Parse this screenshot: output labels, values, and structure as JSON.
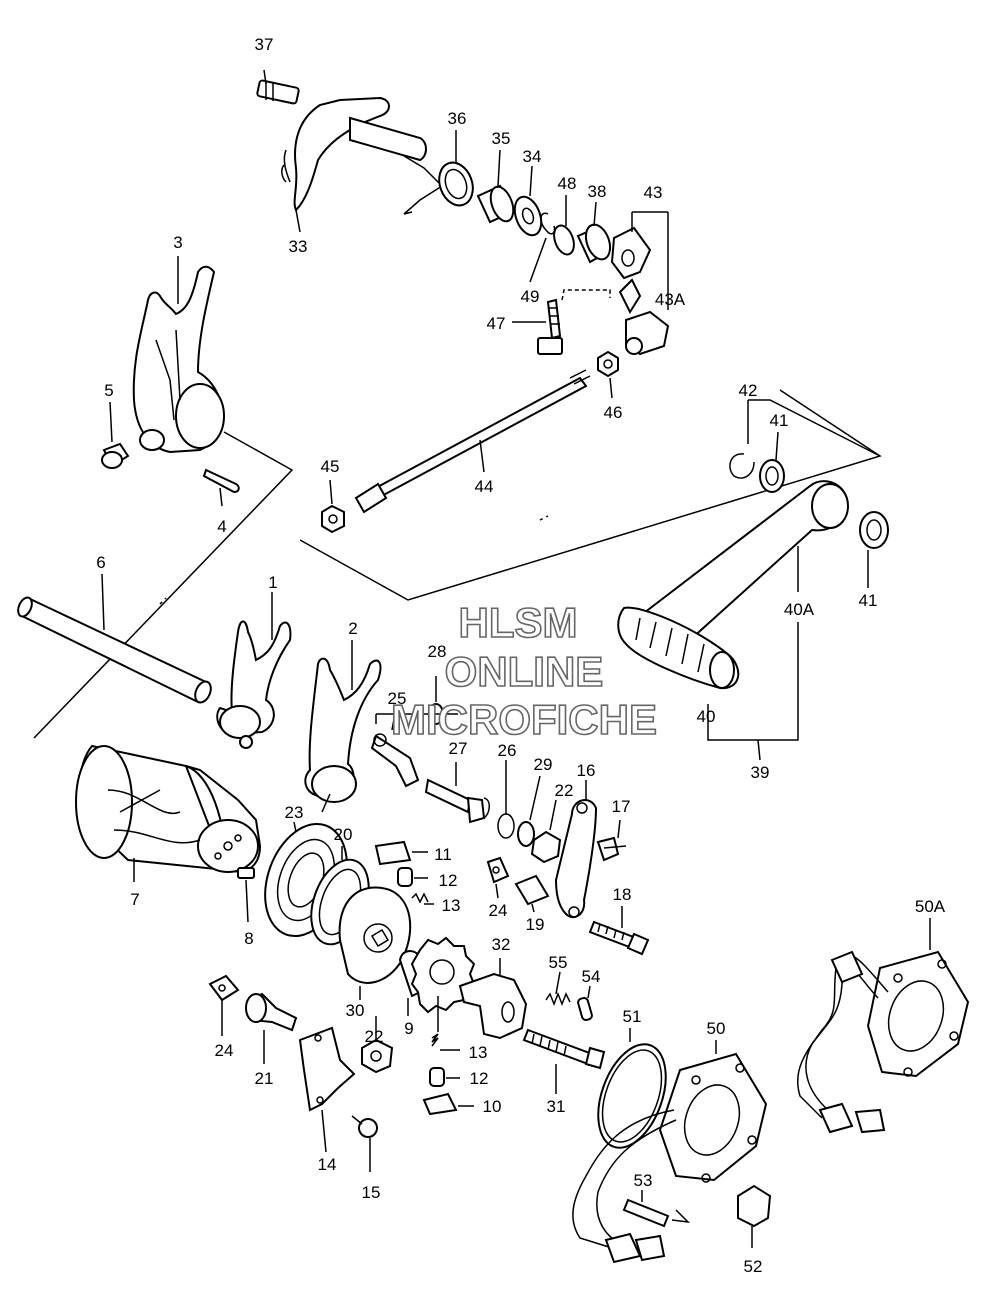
{
  "watermark": {
    "line1": "HLSM",
    "line2": "ONLINE",
    "line3": "MICROFICHE"
  },
  "parts": [
    {
      "id": "p37",
      "label": "37"
    },
    {
      "id": "p36",
      "label": "36"
    },
    {
      "id": "p35",
      "label": "35"
    },
    {
      "id": "p34",
      "label": "34"
    },
    {
      "id": "p48",
      "label": "48"
    },
    {
      "id": "p38",
      "label": "38"
    },
    {
      "id": "p43",
      "label": "43"
    },
    {
      "id": "p43a",
      "label": "43A"
    },
    {
      "id": "p33",
      "label": "33"
    },
    {
      "id": "p49",
      "label": "49"
    },
    {
      "id": "p47",
      "label": "47"
    },
    {
      "id": "p46",
      "label": "46"
    },
    {
      "id": "p3",
      "label": "3"
    },
    {
      "id": "p5",
      "label": "5"
    },
    {
      "id": "p4",
      "label": "4"
    },
    {
      "id": "p45",
      "label": "45"
    },
    {
      "id": "p44",
      "label": "44"
    },
    {
      "id": "p42",
      "label": "42"
    },
    {
      "id": "p41a",
      "label": "41"
    },
    {
      "id": "p41b",
      "label": "41"
    },
    {
      "id": "p40a",
      "label": "40A"
    },
    {
      "id": "p40",
      "label": "40"
    },
    {
      "id": "p39",
      "label": "39"
    },
    {
      "id": "p6",
      "label": "6"
    },
    {
      "id": "p1",
      "label": "1"
    },
    {
      "id": "p2",
      "label": "2"
    },
    {
      "id": "p28",
      "label": "28"
    },
    {
      "id": "p25",
      "label": "25"
    },
    {
      "id": "p27",
      "label": "27"
    },
    {
      "id": "p26",
      "label": "26"
    },
    {
      "id": "p29",
      "label": "29"
    },
    {
      "id": "p22a",
      "label": "22"
    },
    {
      "id": "p16",
      "label": "16"
    },
    {
      "id": "p17",
      "label": "17"
    },
    {
      "id": "p23",
      "label": "23"
    },
    {
      "id": "p20",
      "label": "20"
    },
    {
      "id": "p11",
      "label": "11"
    },
    {
      "id": "p12a",
      "label": "12"
    },
    {
      "id": "p13a",
      "label": "13"
    },
    {
      "id": "p24a",
      "label": "24"
    },
    {
      "id": "p19",
      "label": "19"
    },
    {
      "id": "p18",
      "label": "18"
    },
    {
      "id": "p7",
      "label": "7"
    },
    {
      "id": "p8",
      "label": "8"
    },
    {
      "id": "p50a",
      "label": "50A"
    },
    {
      "id": "p32",
      "label": "32"
    },
    {
      "id": "p55",
      "label": "55"
    },
    {
      "id": "p54",
      "label": "54"
    },
    {
      "id": "p30",
      "label": "30"
    },
    {
      "id": "p9",
      "label": "9"
    },
    {
      "id": "p51",
      "label": "51"
    },
    {
      "id": "p50",
      "label": "50"
    },
    {
      "id": "p24b",
      "label": "24"
    },
    {
      "id": "p21",
      "label": "21"
    },
    {
      "id": "p22b",
      "label": "22"
    },
    {
      "id": "p13b",
      "label": "13"
    },
    {
      "id": "p12b",
      "label": "12"
    },
    {
      "id": "p10",
      "label": "10"
    },
    {
      "id": "p31",
      "label": "31"
    },
    {
      "id": "p14",
      "label": "14"
    },
    {
      "id": "p15",
      "label": "15"
    },
    {
      "id": "p53",
      "label": "53"
    },
    {
      "id": "p52",
      "label": "52"
    }
  ]
}
